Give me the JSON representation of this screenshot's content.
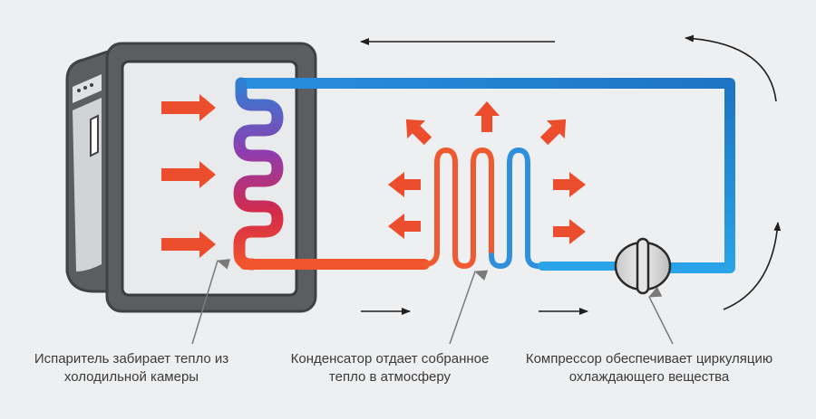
{
  "captions": {
    "evaporator": {
      "line1": "Испаритель забирает тепло из",
      "line2": "холодильной камеры"
    },
    "condenser": {
      "line1": "Конденсатор отдает собранное",
      "line2": "тепло в атмосферу"
    },
    "compressor": {
      "line1": "Компрессор обеспечивает циркуляцию",
      "line2": "охлаждающего вещества"
    }
  },
  "colors": {
    "background": "#eeeff0",
    "fridge_body": "#5b5d61",
    "fridge_outline": "#3f4145",
    "chamber": "#e9eaeb",
    "hot_pipe": "#f2542d",
    "cold_pipe": "#1e88d8",
    "evaporator_mid": "#8e3db0",
    "heat_arrow": "#ec4d2c",
    "flow_arrow": "#1f1f1f",
    "compressor": "#d9d9d9"
  }
}
